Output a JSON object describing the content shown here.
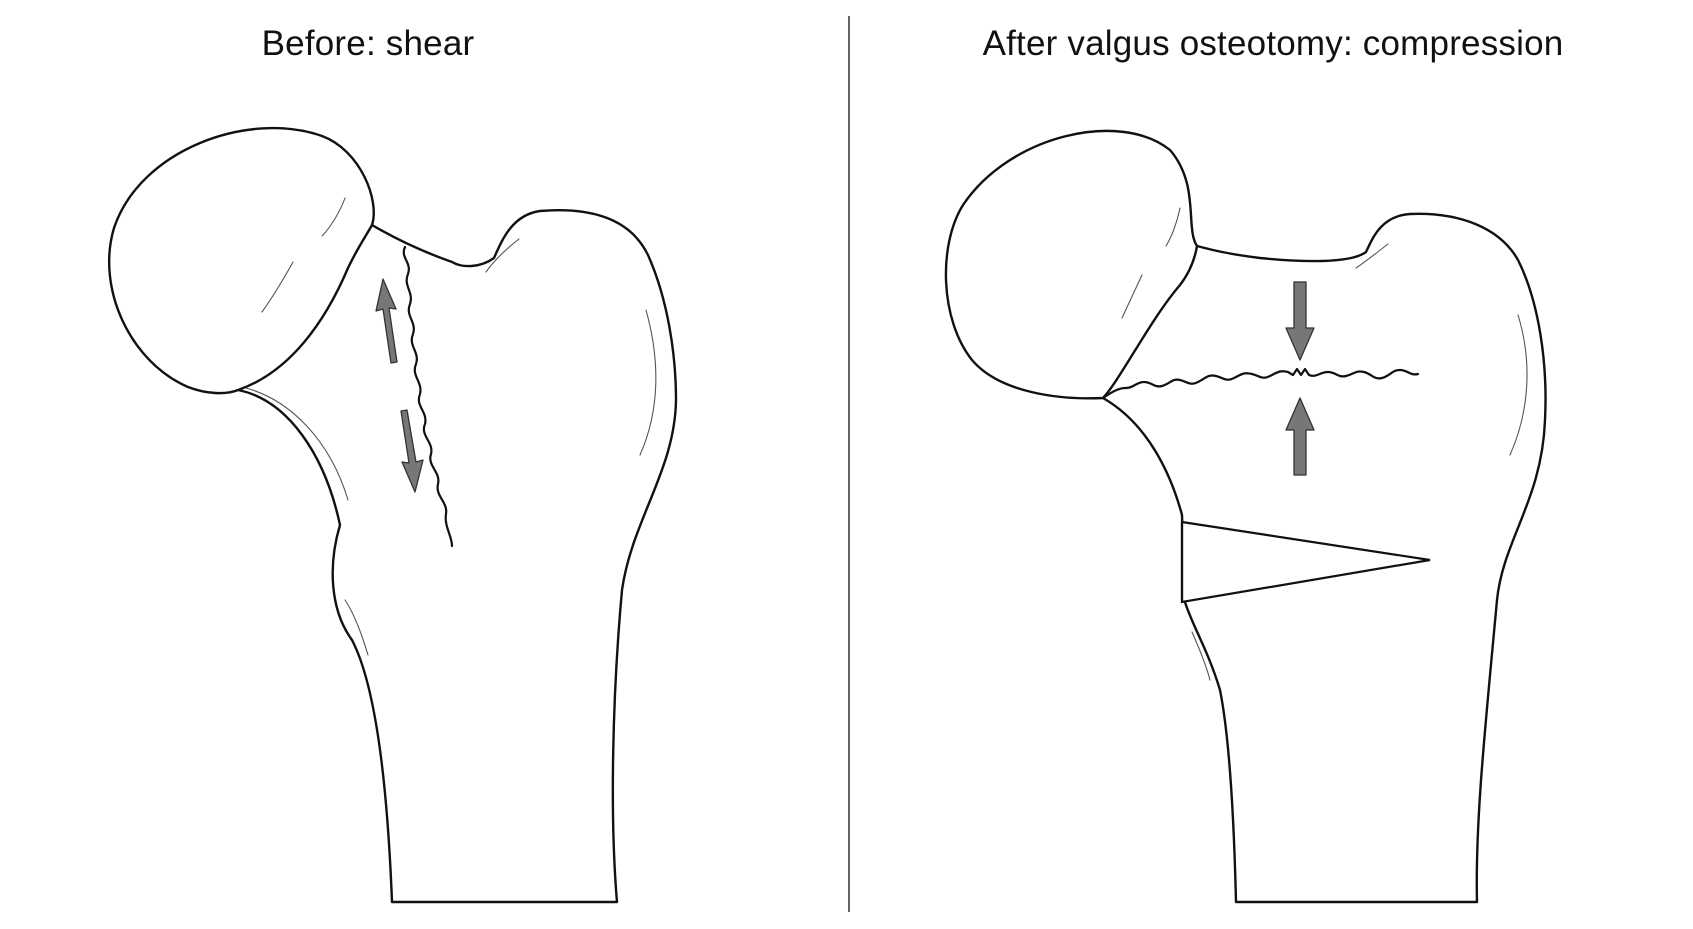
{
  "panels": {
    "left": {
      "title": "Before: shear"
    },
    "right": {
      "title": "After valgus osteotomy: compression"
    }
  },
  "colors": {
    "background": "#ffffff",
    "outline": "#111111",
    "arrow_fill": "#777777",
    "divider": "#666666"
  },
  "icons": {
    "shear_arrows": "double-headed-parallel-arrows",
    "compression_arrows": "opposing-vertical-arrows"
  }
}
